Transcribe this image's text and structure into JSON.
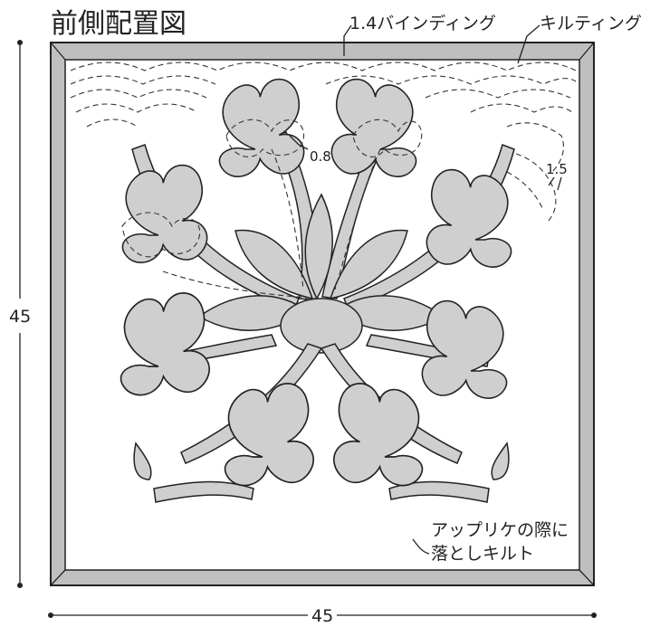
{
  "title": "前側配置図",
  "labels": {
    "binding": "1.4バインディング",
    "quilting": "キルティング",
    "inner_quilt_spacing": "0.8",
    "outer_quilt_spacing": "1.5",
    "applique_note_line1": "アップリケの際に",
    "applique_note_line2": "落としキルト"
  },
  "dimensions": {
    "height": "45",
    "width": "45"
  },
  "colors": {
    "frame": "#bfbfbf",
    "applique": "#cfcfcf",
    "line": "#222222"
  }
}
